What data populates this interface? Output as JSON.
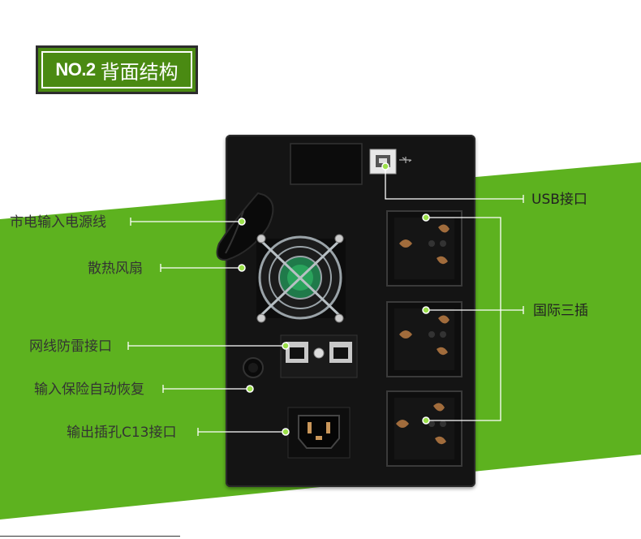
{
  "title": {
    "number": "NO.2",
    "text": "背面结构"
  },
  "labels": {
    "power_input": "市电输入电源线",
    "fan": "散热风扇",
    "lightning": "网线防雷接口",
    "fuse": "输入保险自动恢复",
    "c13": "输出插孔C13接口",
    "usb": "USB接口",
    "intl_socket": "国际三插"
  },
  "colors": {
    "accent_green": "#5db21f",
    "title_green": "#4a8a12",
    "device": "#141414"
  }
}
